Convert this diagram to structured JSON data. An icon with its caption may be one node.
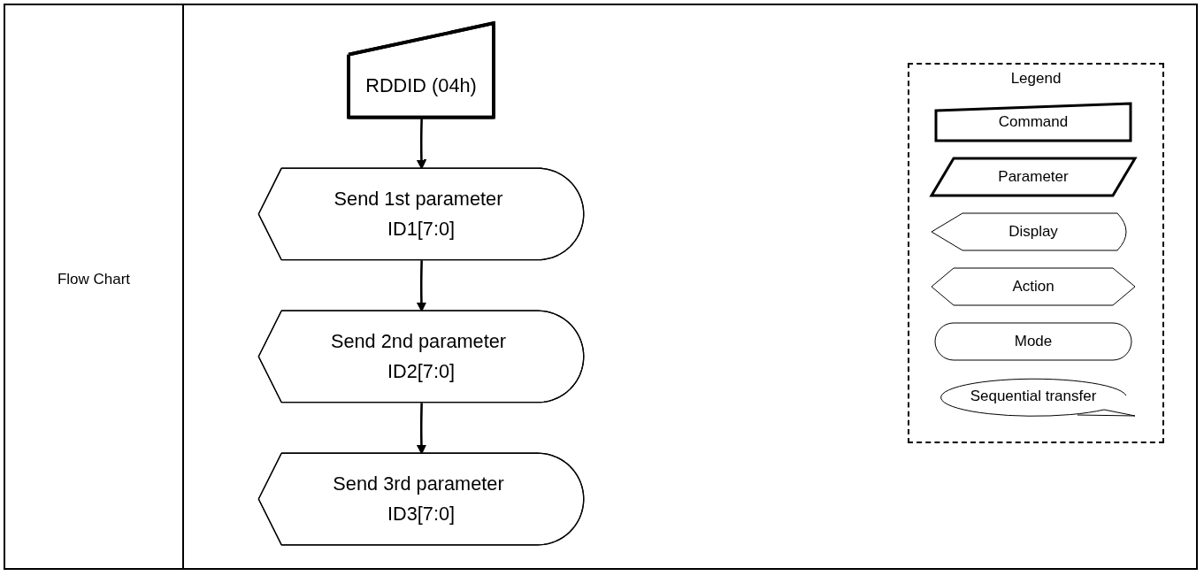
{
  "diagram": {
    "nodes": [
      {
        "text": [
          "RDDID (04h)"
        ]
      },
      {
        "text": [
          "Send 1st parameter ID1[7:0]"
        ]
      },
      {
        "text": [
          "Send 2nd parameter ID2[7:0]"
        ]
      },
      {
        "text": [
          "Send 3rd parameter ID3[7:0]"
        ]
      }
    ],
    "edges": [
      {
        "from": 0,
        "to": 1,
        "arrow": "to"
      },
      {
        "from": 1,
        "to": 2,
        "arrow": "to"
      },
      {
        "from": 2,
        "to": 3,
        "arrow": "to"
      }
    ],
    "labels": [
      "Flow Chart",
      "Legend"
    ],
    "legend": [
      {
        "text": "Command"
      },
      {
        "text": "Parameter"
      },
      {
        "text": "Display"
      },
      {
        "text": "Action"
      },
      {
        "text": "Mode"
      },
      {
        "text": "Sequential transfer"
      }
    ]
  }
}
